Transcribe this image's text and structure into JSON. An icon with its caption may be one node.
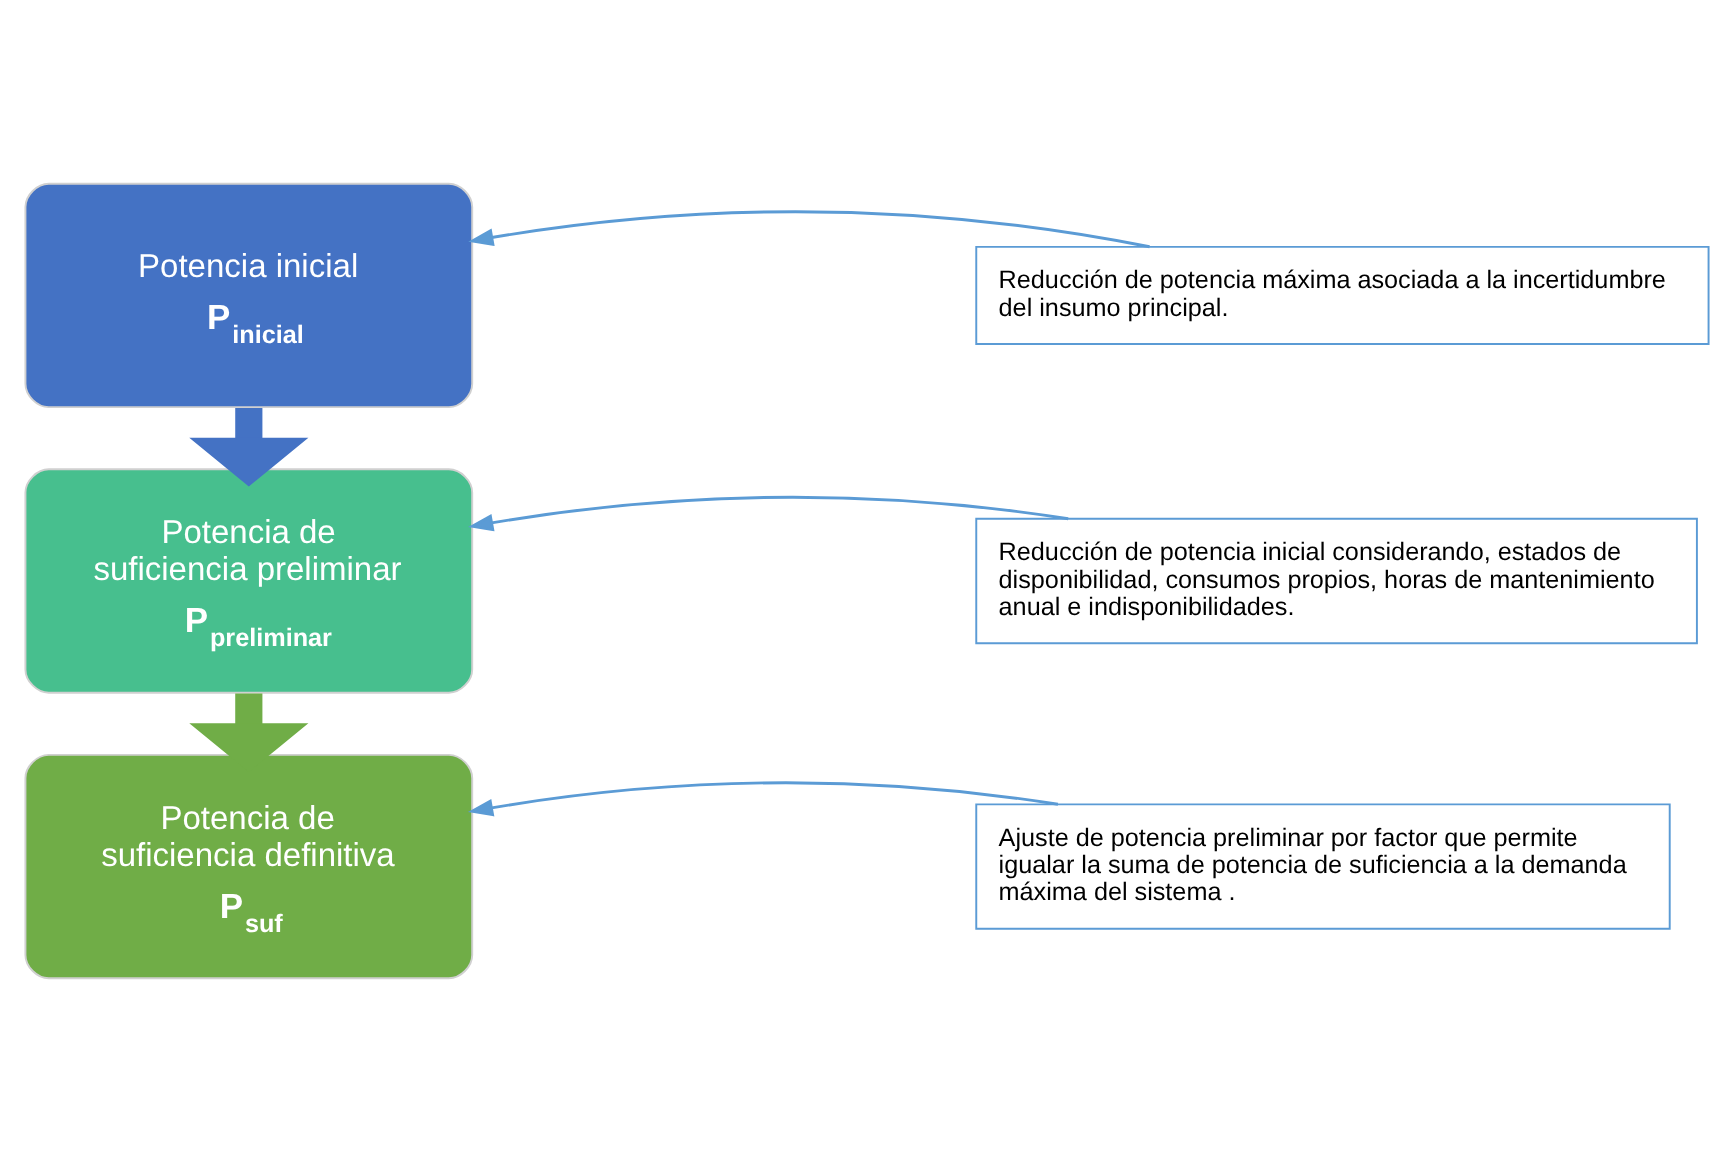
{
  "diagram": {
    "nodes": [
      {
        "text": [
          "Potencia inicial",
          "P$_{inicial}$"
        ]
      },
      {
        "text": [
          "Potencia de suficiencia preliminar",
          "P$_{preliminar}$"
        ]
      },
      {
        "text": [
          "Potencia de suficiencia definitiva",
          "P$_{suf}$"
        ]
      },
      {
        "text": [
          "Reducción de potencia máxima asociada a la incertidumbre del insumo principal."
        ]
      },
      {
        "text": [
          "Reducción de potencia inicial considerando, estados de disponibilidad, consumos propios, horas de mantenimiento anual e indisponibilidades."
        ]
      },
      {
        "text": [
          "Ajuste de potencia preliminar por factor que permite igualar la suma de potencia de suficiencia a la demanda máxima del sistema ."
        ]
      }
    ],
    "edges": [
      {
        "from": 0,
        "to": 1,
        "arrow": "to",
        "style": "thick",
        "color": "#4472c4"
      },
      {
        "from": 1,
        "to": 2,
        "arrow": "to",
        "style": "thick",
        "color": "#70ad47"
      },
      {
        "from": 3,
        "to": 0,
        "arrow": "to"
      },
      {
        "from": 4,
        "to": 1,
        "arrow": "to"
      },
      {
        "from": 5,
        "to": 2,
        "arrow": "to"
      }
    ]
  }
}
